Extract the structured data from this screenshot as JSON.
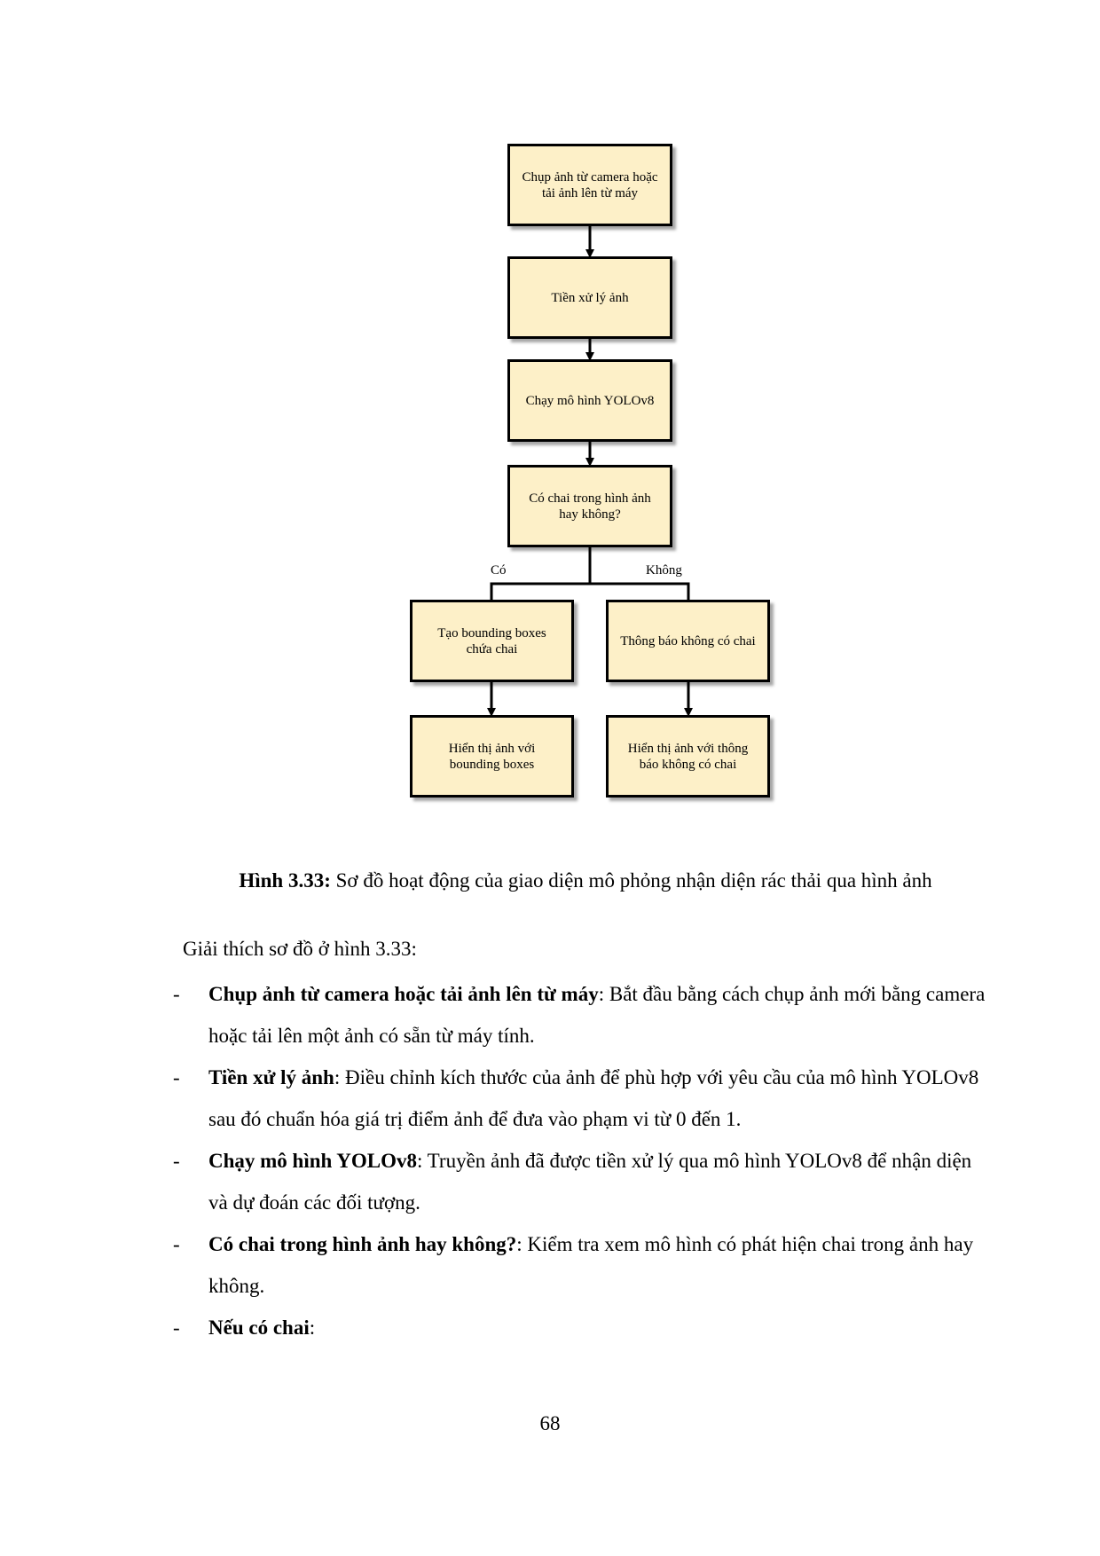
{
  "diagram": {
    "nodes": {
      "capture": "Chụp ảnh từ camera hoặc\ntải ảnh lên từ máy",
      "preprocess": "Tiền xử lý ảnh",
      "run_model": "Chạy mô hình YOLOv8",
      "decision": "Có chai trong hình ảnh\nhay không?",
      "create_boxes": "Tạo bounding boxes\nchứa chai",
      "notify_none": "Thông báo không có chai",
      "show_boxes": "Hiển thị ảnh với\nbounding boxes",
      "show_notice": "Hiển thị ảnh với thông\nbáo không có chai"
    },
    "branch_labels": {
      "yes": "Có",
      "no": "Không"
    }
  },
  "caption": {
    "label": "Hình 3.33:",
    "text": " Sơ đồ hoạt động của giao diện mô phỏng nhận diện rác thải qua hình ảnh"
  },
  "intro": "Giải thích sơ đồ ở hình 3.33:",
  "bullets": [
    {
      "dash": "-",
      "term": "Chụp ảnh từ camera hoặc tải ảnh lên từ máy",
      "desc": ": Bắt đầu bằng cách chụp ảnh mới bằng camera hoặc tải lên một ảnh có sẵn từ máy tính."
    },
    {
      "dash": "-",
      "term": "Tiền xử lý ảnh",
      "desc": ": Điều chỉnh kích thước của ảnh để phù hợp với yêu cầu của mô hình YOLOv8 sau đó chuẩn hóa giá trị điểm ảnh để đưa vào phạm vi từ 0 đến 1."
    },
    {
      "dash": "-",
      "term": "Chạy mô hình YOLOv8",
      "desc": ": Truyền ảnh đã được tiền xử lý qua mô hình YOLOv8 để nhận diện và dự đoán các đối tượng."
    },
    {
      "dash": "-",
      "term": "Có chai trong hình ảnh hay không?",
      "desc": ": Kiểm tra xem mô hình có phát hiện chai trong ảnh hay không."
    },
    {
      "dash": "-",
      "term": "Nếu có chai",
      "desc": ":"
    }
  ],
  "page_number": "68"
}
